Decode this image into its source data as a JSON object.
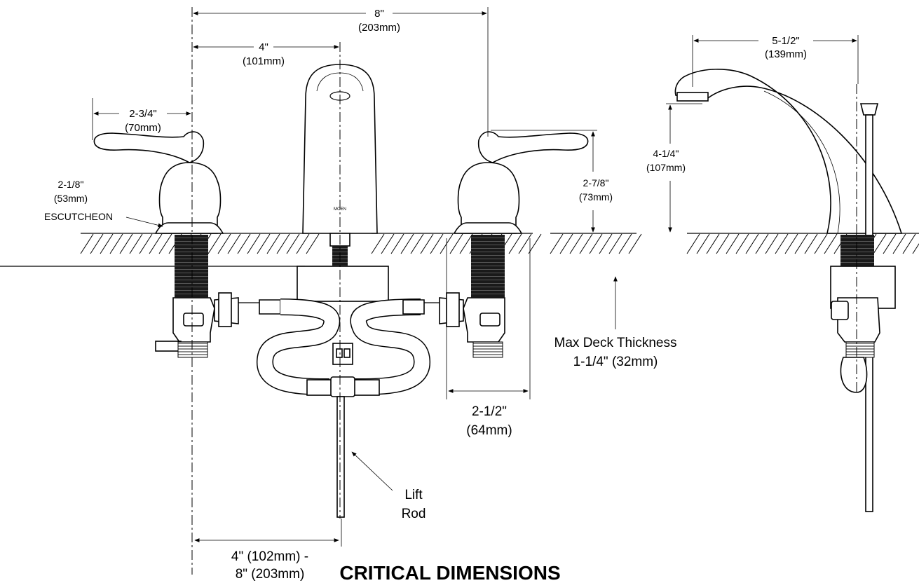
{
  "title": "CRITICAL DIMENSIONS",
  "brand": "MOEN",
  "dimensions": {
    "overall_spread": {
      "imperial": "8\"",
      "metric": "(203mm)"
    },
    "center_to_spout": {
      "imperial": "4\"",
      "metric": "(101mm)"
    },
    "handle_reach": {
      "imperial": "2-3/4\"",
      "metric": "(70mm)"
    },
    "escutcheon": {
      "imperial": "2-1/8\"",
      "metric": "(53mm)",
      "label": "ESCUTCHEON"
    },
    "handle_height": {
      "imperial": "2-7/8\"",
      "metric": "(73mm)"
    },
    "shank_spacing": {
      "imperial": "2-1/2\"",
      "metric": "(64mm)"
    },
    "max_deck": {
      "line1": "Max Deck Thickness",
      "line2": "1-1/4\" (32mm)"
    },
    "lift_rod": {
      "line1": "Lift",
      "line2": "Rod"
    },
    "spread_range": {
      "line1": "4\" (102mm) -",
      "line2": "8\" (203mm)"
    },
    "spout_reach": {
      "imperial": "5-1/2\"",
      "metric": "(139mm)"
    },
    "spout_height": {
      "imperial": "4-1/4\"",
      "metric": "(107mm)"
    }
  }
}
